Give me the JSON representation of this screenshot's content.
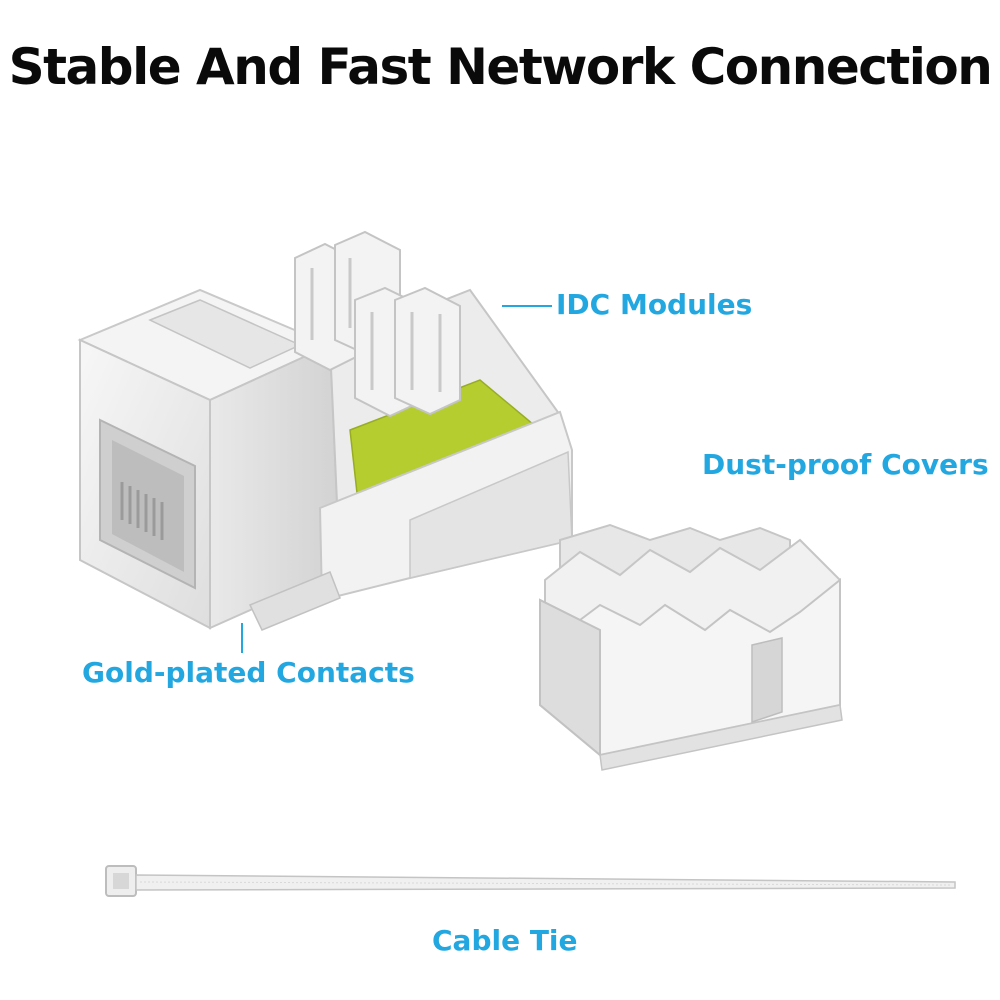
{
  "title": "Stable And Fast Network Connection",
  "labels": {
    "idc_modules": "IDC Modules",
    "dust_proof_covers": "Dust-proof Covers",
    "gold_plated_contacts": "Gold-plated Contacts",
    "cable_tie": "Cable Tie"
  },
  "colors": {
    "label": "#22a7e0",
    "title": "#0a0a0a",
    "plastic": "#f1f1f1",
    "pcb": "#b5cd2f"
  }
}
